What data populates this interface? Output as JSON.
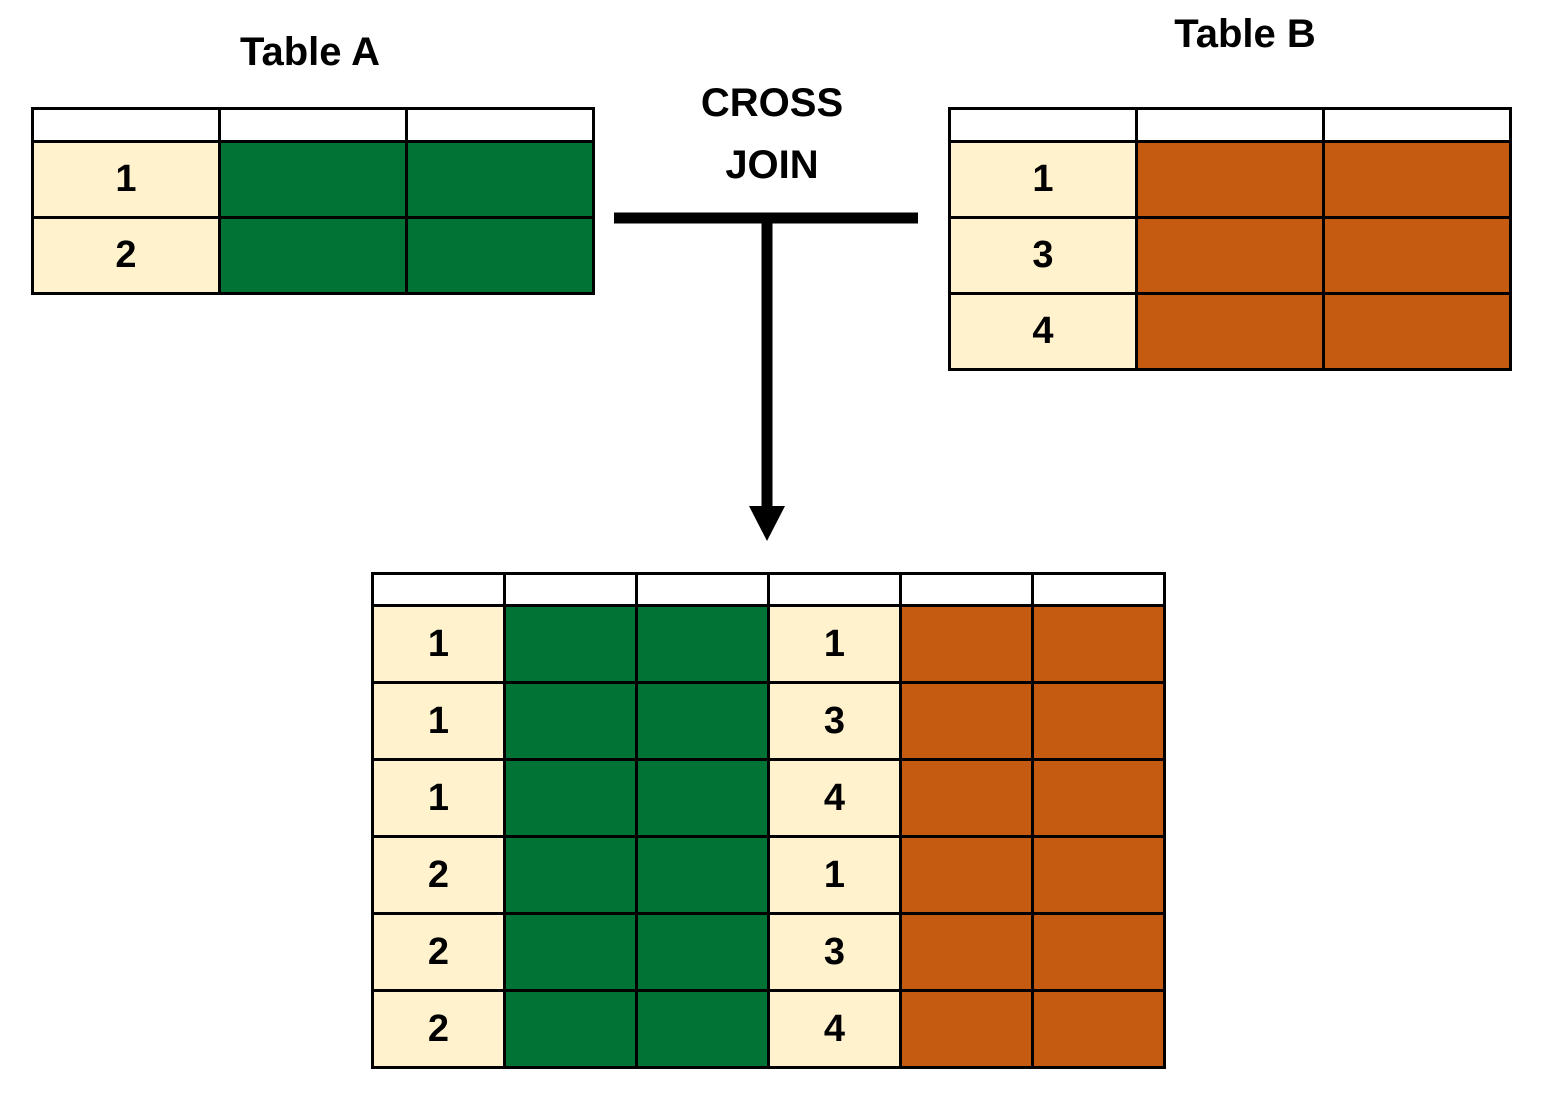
{
  "table_a": {
    "title": "Table A",
    "keys": [
      "1",
      "2"
    ]
  },
  "table_b": {
    "title": "Table B",
    "keys": [
      "1",
      "3",
      "4"
    ]
  },
  "join": {
    "line1": "CROSS",
    "line2": "JOIN"
  },
  "result": {
    "rows": [
      {
        "a": "1",
        "b": "1"
      },
      {
        "a": "1",
        "b": "3"
      },
      {
        "a": "1",
        "b": "4"
      },
      {
        "a": "2",
        "b": "1"
      },
      {
        "a": "2",
        "b": "3"
      },
      {
        "a": "2",
        "b": "4"
      }
    ]
  },
  "colors": {
    "key_cell": "#fff2cc",
    "table_a_value": "#017435",
    "table_b_value": "#c55a11",
    "line": "#000000"
  }
}
